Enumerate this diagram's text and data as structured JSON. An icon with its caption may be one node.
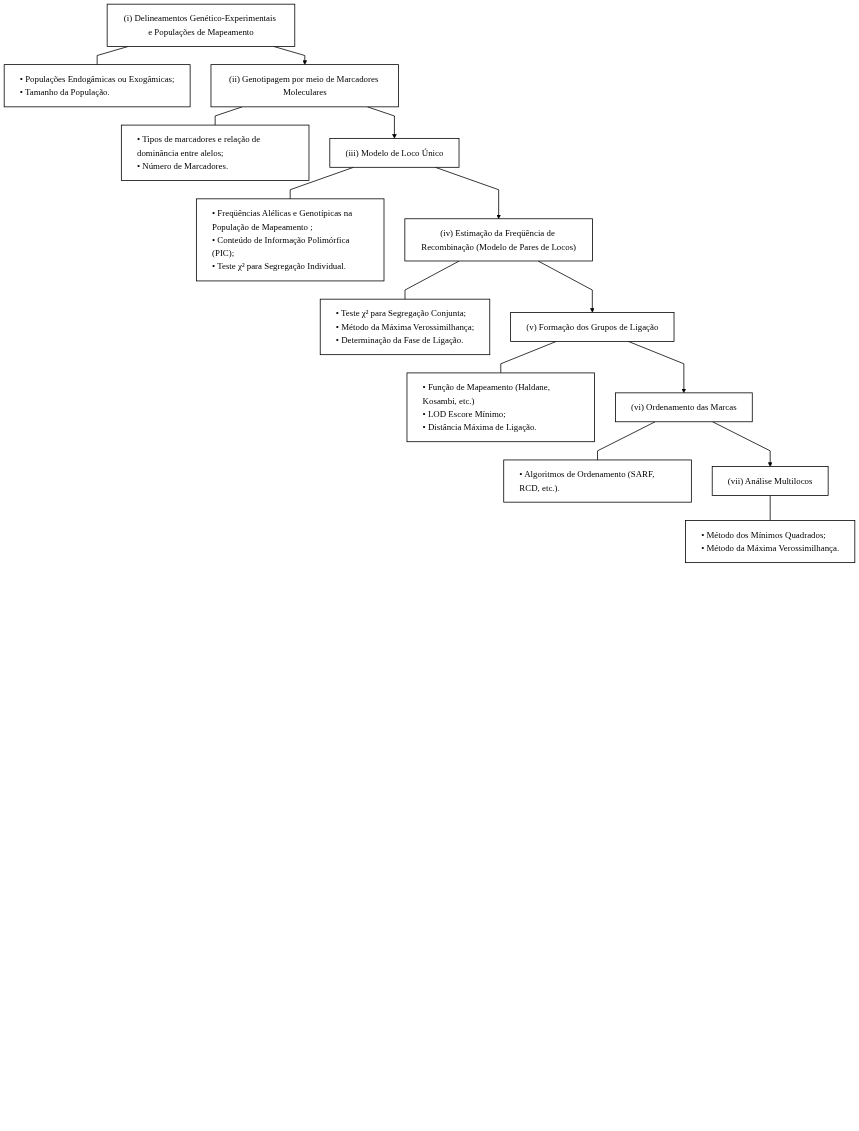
{
  "diagram": {
    "nodes": [
      {
        "text": [
          "(i) Delineamentos Genético-Experimentais e Populações de Mapeamento"
        ]
      },
      {
        "text": [
          "• Populações Endogâmicas ou Exogâmicas;",
          "• Tamanho da População."
        ]
      },
      {
        "text": [
          "(ii) Genotipagem por meio de Marcadores Moleculares"
        ]
      },
      {
        "text": [
          "• Tipos de marcadores e relação de dominância entre alelos;",
          "• Número de Marcadores."
        ]
      },
      {
        "text": [
          "(iii) Modelo de Loco Único"
        ]
      },
      {
        "text": [
          "• Freqüências Alélicas e Genotípicas na População de Mapeamento ;",
          "• Conteúdo de Informação Polimórfica (PIC);",
          "• Teste χ² para Segregação Individual."
        ]
      },
      {
        "text": [
          "(iv) Estimação da Freqüência de Recombinação (Modelo de Pares de Locos)"
        ]
      },
      {
        "text": [
          "• Teste χ² para Segregação Conjunta;",
          "• Método da Máxima Verossimilhança;",
          "• Determinação da Fase de Ligação."
        ]
      },
      {
        "text": [
          "(v) Formação dos Grupos de Ligação"
        ]
      },
      {
        "text": [
          "• Função de Mapeamento (Haldane, Kosambi, etc.)",
          "• LOD Escore Mínimo;",
          "• Distância Máxima de Ligação."
        ]
      },
      {
        "text": [
          "(vi) Ordenamento das Marcas"
        ]
      },
      {
        "text": [
          "• Algoritmos de Ordenamento (SARF, RCD, etc.)."
        ]
      },
      {
        "text": [
          "(vii) Análise Multilocos"
        ]
      },
      {
        "text": [
          "• Método dos Mínimos Quadrados;",
          "• Método da Máxima Verossimilhança."
        ]
      }
    ],
    "edges": [
      {
        "from": 0,
        "to": 1,
        "arrow": "none"
      },
      {
        "from": 0,
        "to": 2,
        "arrow": "to"
      },
      {
        "from": 2,
        "to": 3,
        "arrow": "none"
      },
      {
        "from": 2,
        "to": 4,
        "arrow": "to"
      },
      {
        "from": 4,
        "to": 5,
        "arrow": "none"
      },
      {
        "from": 4,
        "to": 6,
        "arrow": "to"
      },
      {
        "from": 6,
        "to": 7,
        "arrow": "none"
      },
      {
        "from": 6,
        "to": 8,
        "arrow": "to"
      },
      {
        "from": 8,
        "to": 9,
        "arrow": "none"
      },
      {
        "from": 8,
        "to": 10,
        "arrow": "to"
      },
      {
        "from": 10,
        "to": 11,
        "arrow": "none"
      },
      {
        "from": 10,
        "to": 12,
        "arrow": "to"
      },
      {
        "from": 12,
        "to": 13,
        "arrow": "none"
      }
    ]
  }
}
